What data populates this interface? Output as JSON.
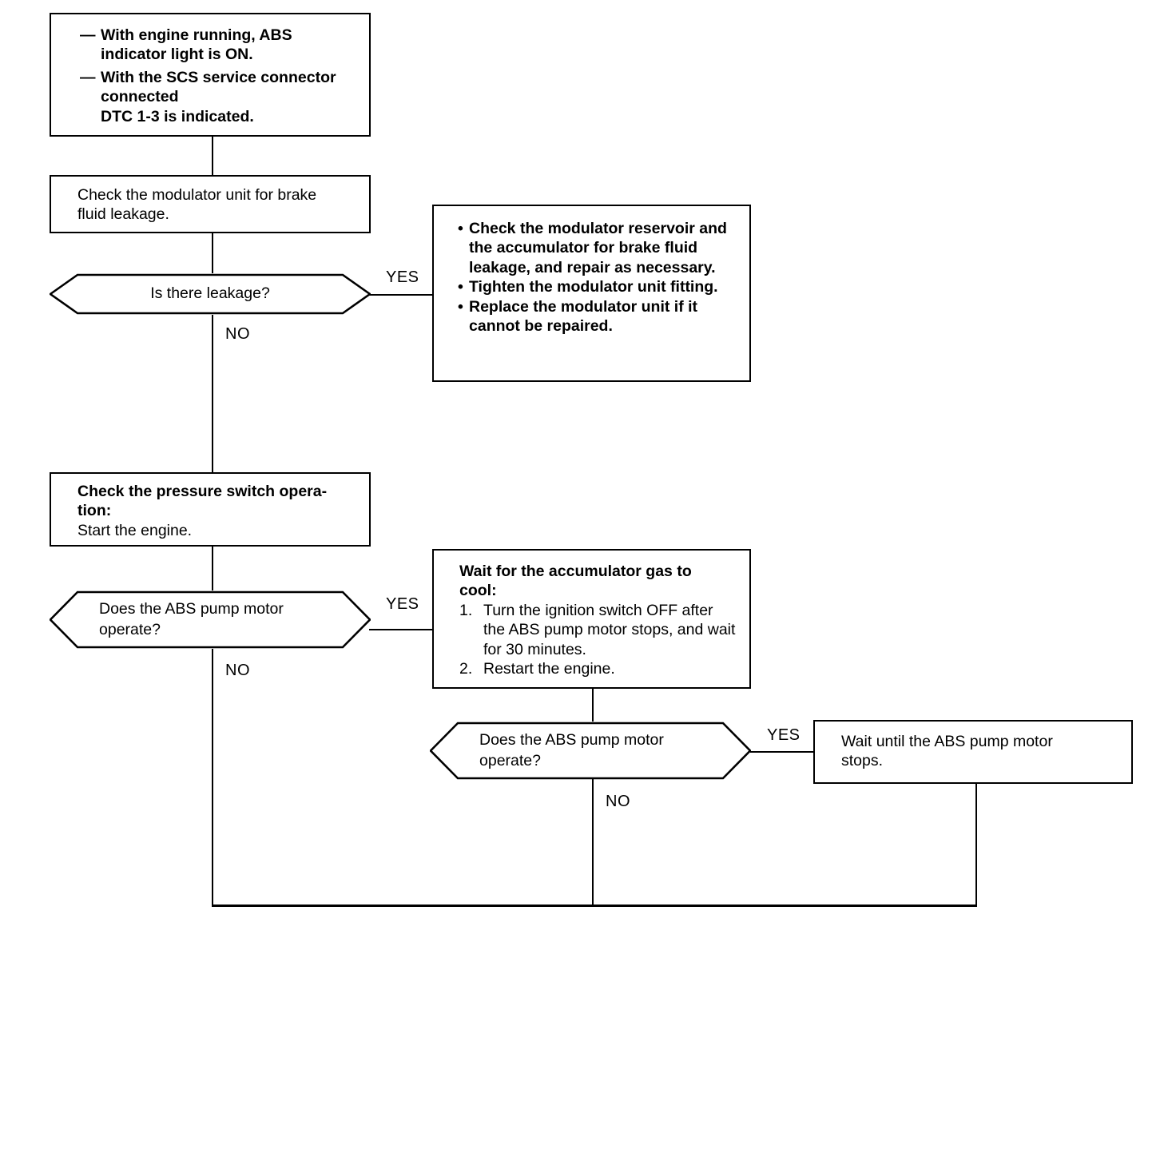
{
  "diagram": {
    "title": "ABS troubleshooting flowchart - DTC 1-3",
    "nodes": {
      "symptom": {
        "lines": [
          {
            "marker": "—",
            "text": "With engine running, ABS indicator light is ON."
          },
          {
            "marker": "—",
            "text": "With the SCS service connector connected"
          },
          {
            "marker": "",
            "text": "DTC 1-3 is indicated."
          }
        ]
      },
      "check_leakage": {
        "line1": "Check the modulator unit for brake",
        "line2": "fluid leakage."
      },
      "q_leakage": {
        "label": "Is there leakage?"
      },
      "leak_actions": {
        "items": [
          {
            "marker": "•",
            "text": "Check the modulator reservoir and the accumulator for brake fluid leakage, and repair as necessary."
          },
          {
            "marker": "•",
            "text": "Tighten the modulator unit fitting."
          },
          {
            "marker": "•",
            "text": "Replace the modulator unit if it cannot be repaired."
          }
        ]
      },
      "check_pressure_switch": {
        "bold_line1": "Check the pressure switch opera-",
        "bold_line2": "tion:",
        "reg_line": "Start the engine."
      },
      "q_pump_motor_1": {
        "line1": "Does the ABS pump motor",
        "line2": "operate?"
      },
      "wait_accumulator": {
        "title_line1": "Wait for the accumulator gas to",
        "title_line2": "cool:",
        "steps": [
          {
            "marker": "1.",
            "text": "Turn the ignition switch OFF after the ABS pump motor stops, and wait for 30 minutes."
          },
          {
            "marker": "2.",
            "text": "Restart the engine."
          }
        ]
      },
      "q_pump_motor_2": {
        "line1": "Does the ABS pump motor",
        "line2": "operate?"
      },
      "wait_until_stops": {
        "line1": "Wait until the ABS pump motor",
        "line2": "stops."
      }
    },
    "branch_labels": {
      "yes_leakage": "YES",
      "no_leakage": "NO",
      "yes_motor_1": "YES",
      "no_motor_1": "NO",
      "yes_motor_2": "YES",
      "no_motor_2": "NO"
    },
    "colors": {
      "stroke": "#000000",
      "background": "#ffffff"
    }
  }
}
